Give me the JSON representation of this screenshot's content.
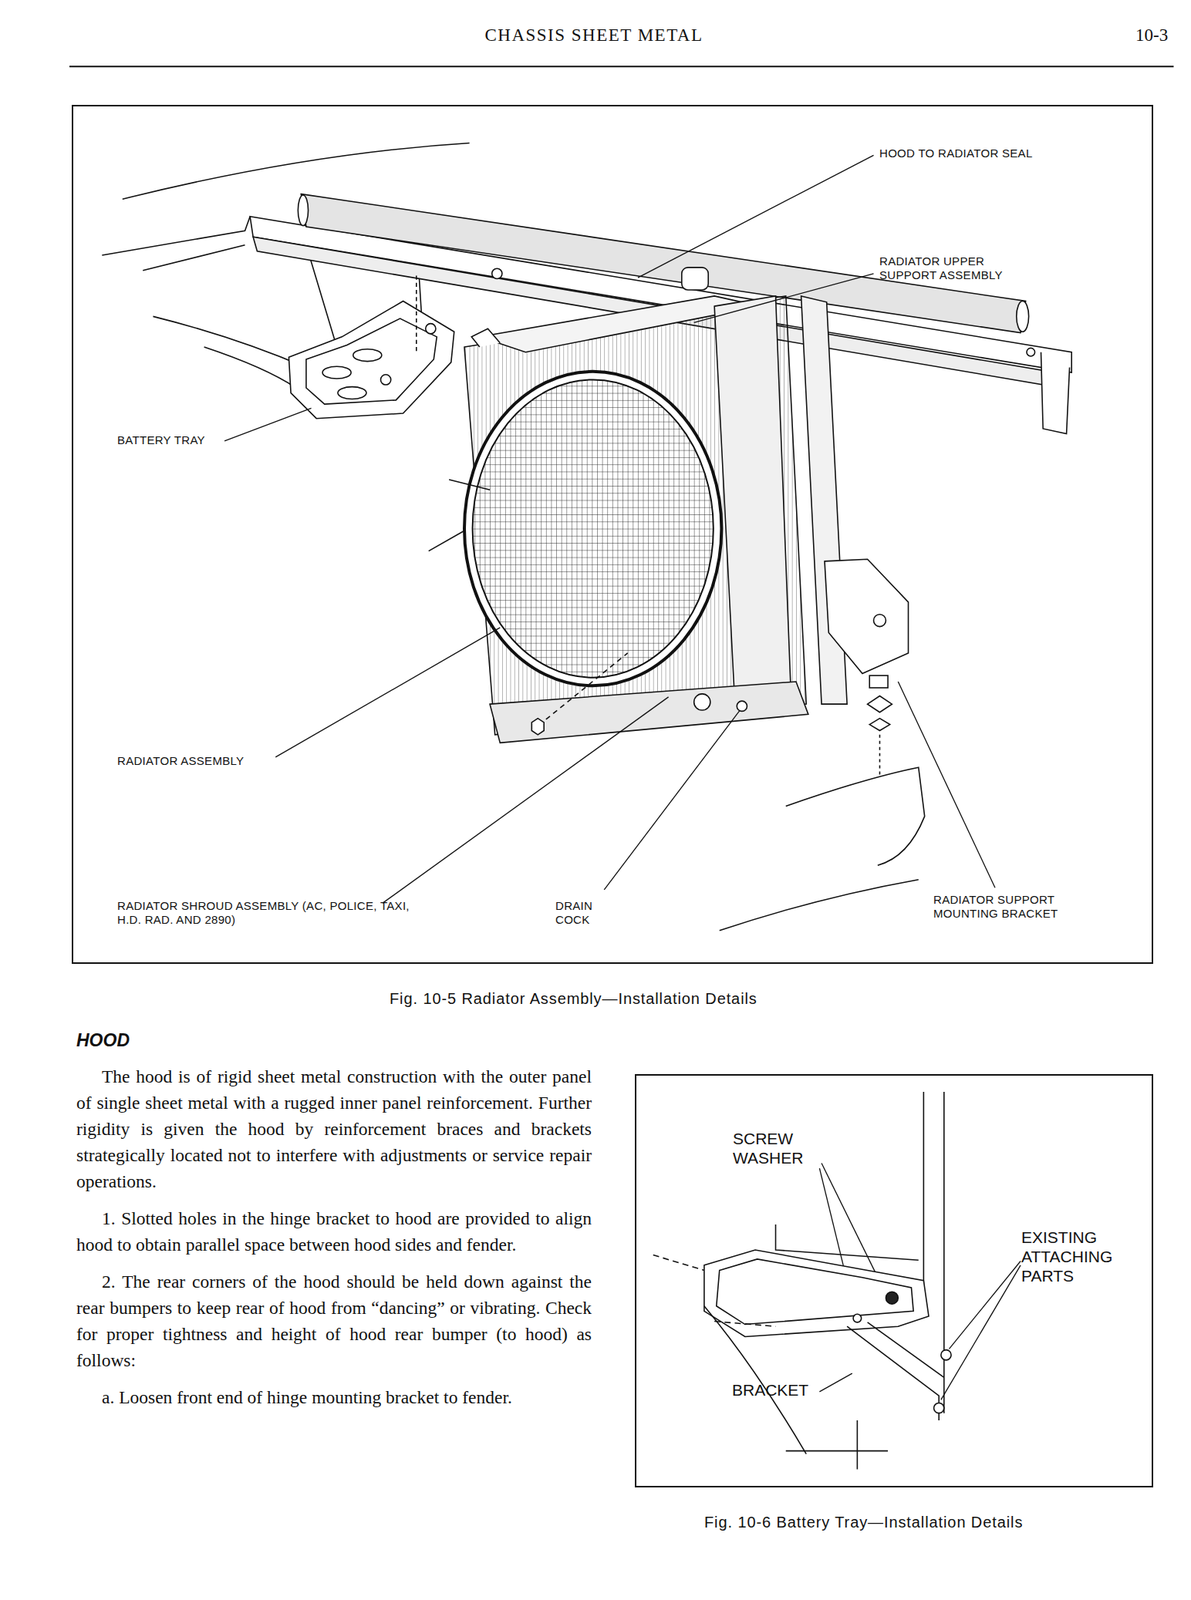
{
  "diagram": {
    "title": "CHASSIS SHEET METAL",
    "nodes": [
      {
        "text": [
          "HOOD TO RADIATOR SEAL",
          "RADIATOR UPPER SUPPORT ASSEMBLY",
          "BATTERY TRAY",
          "RADIATOR ASSEMBLY",
          "RADIATOR SHROUD ASSEMBLY (AC, POLICE, TAXI, H.D. RAD. AND 2890)",
          "DRAIN COCK",
          "RADIATOR SUPPORT MOUNTING BRACKET"
        ]
      },
      {
        "text": [
          "SCREW WASHER",
          "EXISTING ATTACHING PARTS",
          "BRACKET"
        ]
      }
    ],
    "labels": [
      "10-3",
      "Fig. 10-5 Radiator Assembly—Installation Details",
      "HOOD",
      "The hood is of rigid sheet metal construction with the outer panel of single sheet metal with a rugged inner panel reinforcement. Further rigidity is given the hood by reinforcement braces and brackets strategically located not to interfere with adjustments or service repair operations.",
      "1. Slotted holes in the hinge bracket to hood are provided to align hood to obtain parallel space between hood sides and fender.",
      "2. The rear corners of the hood should be held down against the rear bumpers to keep rear of hood from “dancing” or vibrating. Check for proper tightness and height of hood rear bumper (to hood) as follows:",
      "a. Loosen front end of hinge mounting bracket to fender.",
      "Fig. 10-6 Battery Tray—Installation Details"
    ]
  }
}
